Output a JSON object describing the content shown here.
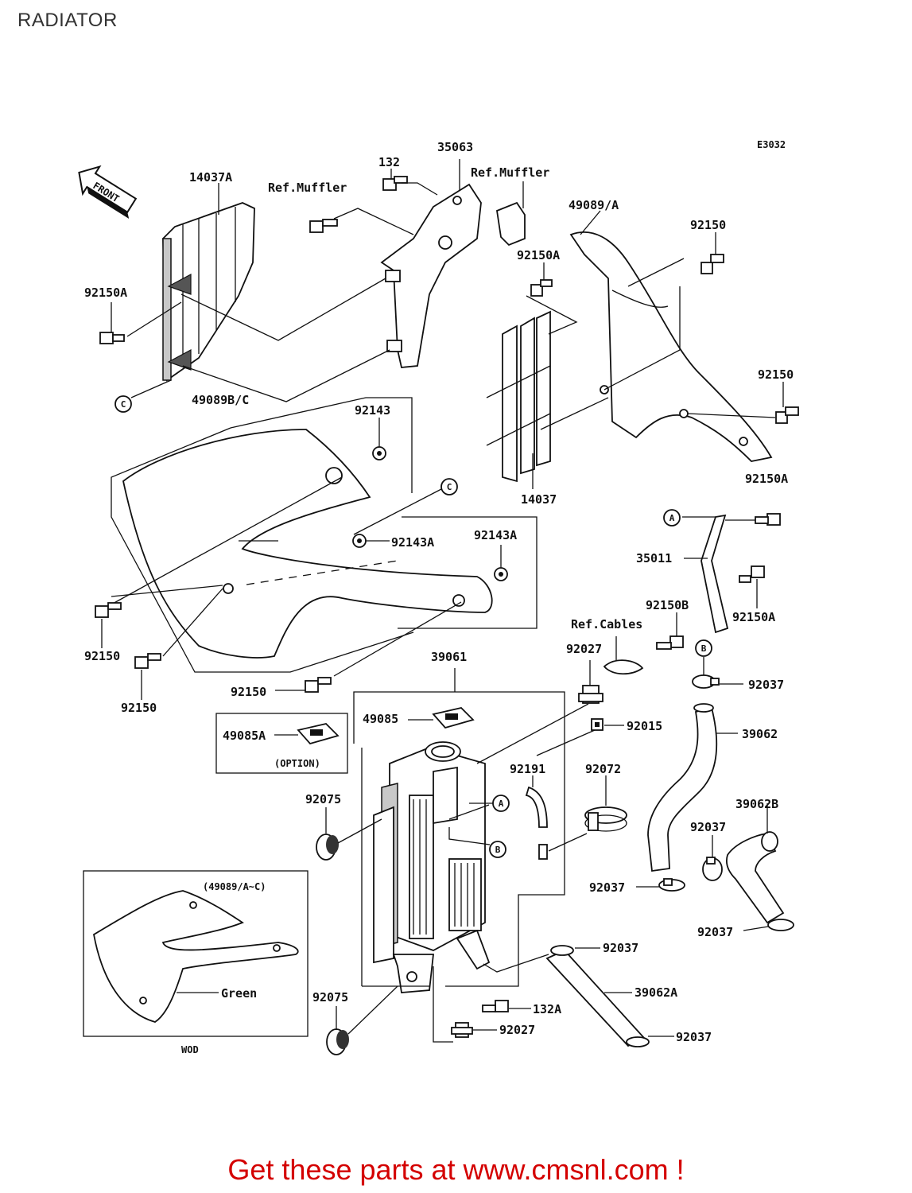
{
  "page": {
    "title": "RADIATOR"
  },
  "diagram": {
    "code": "E3032",
    "front_arrow": "FRONT",
    "labels": {
      "p14037A": "14037A",
      "ref_muffler_left": "Ref.Muffler",
      "p132": "132",
      "p35063": "35063",
      "ref_muffler_right": "Ref.Muffler",
      "p49089A": "49089/A",
      "p92150_top": "92150",
      "p92150A_left": "92150A",
      "p92150A_mid": "92150A",
      "p92150_right": "92150",
      "p49089BC": "49089B/C",
      "p92143": "92143",
      "p14037": "14037",
      "p92150A_r1": "92150A",
      "p92143A_mid": "92143A",
      "p92143A_right": "92143A",
      "p35011": "35011",
      "p92150B": "92150B",
      "p92150A_r2": "92150A",
      "p92150_l1": "92150",
      "p92150_l2": "92150",
      "ref_cables": "Ref.Cables",
      "p39061": "39061",
      "p92027_top": "92027",
      "p92150_c": "92150",
      "p92037_top": "92037",
      "p49085": "49085",
      "p92015": "92015",
      "p49085A": "49085A",
      "option": "(OPTION)",
      "p39062": "39062",
      "p92191": "92191",
      "p92072": "92072",
      "p92075_top": "92075",
      "p39062B": "39062B",
      "p92037_mid": "92037",
      "p92037_a": "92037",
      "p92037_b": "92037",
      "p92037_c": "92037",
      "p39062A": "39062A",
      "p92075_bot": "92075",
      "p132A": "132A",
      "p92027_bot": "92027",
      "p92037_d": "92037",
      "inset_title": "(49089/A~C)",
      "inset_green": "Green",
      "inset_caption": "WOD"
    },
    "callouts": {
      "a1": "A",
      "a2": "A",
      "b1": "B",
      "b2": "B",
      "c1": "C",
      "c2": "C"
    }
  },
  "footer": {
    "text": "Get these parts at www.cmsnl.com !"
  }
}
